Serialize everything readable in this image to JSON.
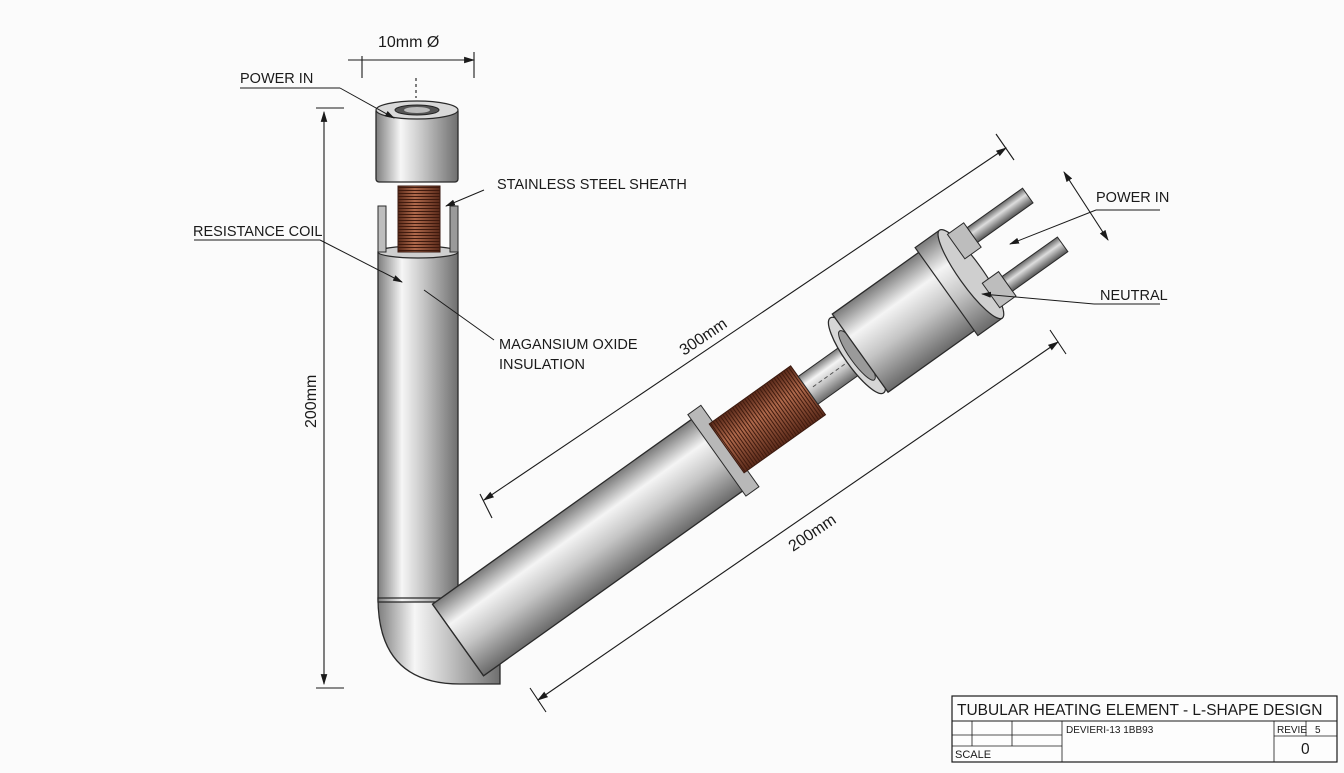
{
  "labels": {
    "power_in_top": "POWER IN",
    "stainless_steel_sheath": "STAINLESS STEEL SHEATH",
    "resistance_coil": "RESISTANCE COIL",
    "insulation_line1": "MAGANSIUM OXIDE",
    "insulation_line2": "INSULATION",
    "power_in_right": "POWER IN",
    "neutral": "NEUTRAL"
  },
  "dimensions": {
    "diameter": "10mm Ø",
    "vertical_length": "200mm",
    "diagonal_length": "300mm",
    "lower_length": "200mm"
  },
  "title_block": {
    "title": "TUBULAR HEATING ELEMENT - L-SHAPE DESIGN",
    "drawing_no": "DEVIERI-13 1BB93",
    "rev_label": "REVIE",
    "rev_small": "5",
    "scale_label": "SCALE",
    "rev_value": "0"
  },
  "colors": {
    "steel_light": "#f4f4f4",
    "steel_dark": "#8c8c8c",
    "copper": "#8a4a32",
    "line": "#2a2a2a"
  }
}
